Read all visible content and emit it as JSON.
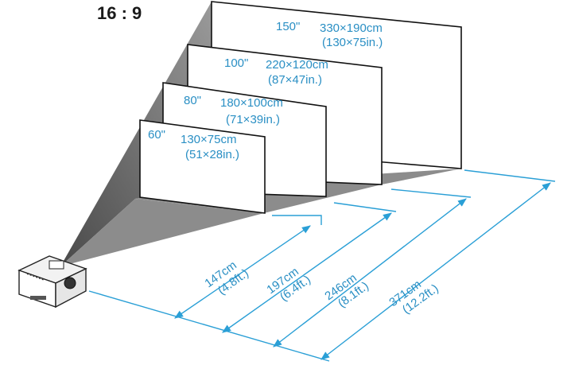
{
  "aspect_ratio": "16 : 9",
  "screens": [
    {
      "size": "60\"",
      "metric": "130×75cm",
      "imperial": "(51×28in.)"
    },
    {
      "size": "80\"",
      "metric": "180×100cm",
      "imperial": "(71×39in.)"
    },
    {
      "size": "100\"",
      "metric": "220×120cm",
      "imperial": "(87×47in.)"
    },
    {
      "size": "150\"",
      "metric": "330×190cm",
      "imperial": "(130×75in.)"
    }
  ],
  "distances": [
    {
      "metric": "147cm",
      "imperial": "(4.8ft.)"
    },
    {
      "metric": "197cm",
      "imperial": "(6.4ft.)"
    },
    {
      "metric": "246cm",
      "imperial": "(8.1ft.)"
    },
    {
      "metric": "371cm",
      "imperial": "(12.2ft.)"
    }
  ],
  "colors": {
    "accent": "#2a9fd6",
    "label": "#2a8fc4",
    "shadow": "#8a8a8a"
  }
}
